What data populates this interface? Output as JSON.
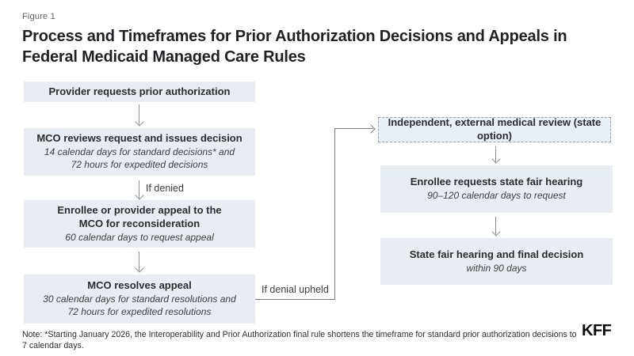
{
  "figure_label": "Figure 1",
  "title": "Process and Timeframes for Prior Authorization Decisions and Appeals in Federal Medicaid Managed Care Rules",
  "colors": {
    "box_fill": "#e7edf3",
    "dashed_box_fill": "#e9eff6",
    "dashed_border": "#9aa3ab",
    "arrow_line": "#8d9297",
    "title_text": "#1f2124",
    "body_text": "#2b2d30",
    "logo_text": "#0b0b0c"
  },
  "flow": {
    "left": [
      {
        "label": "Provider requests prior authorization",
        "lines": []
      },
      {
        "label": "MCO reviews request and issues decision",
        "lines": [
          "14 calendar days for standard decisions* and",
          "72 hours for expedited decisions"
        ]
      },
      {
        "label": "Enrollee or provider appeal to the MCO for reconsideration",
        "lines": [
          "60 calendar days to request appeal"
        ]
      },
      {
        "label": "MCO resolves appeal",
        "lines": [
          "30 calendar days for standard resolutions and",
          "72 hours for expedited resolutions"
        ]
      }
    ],
    "right": [
      {
        "label": "Independent, external medical review (state option)",
        "lines": []
      },
      {
        "label": "Enrollee requests state fair hearing",
        "lines": [
          "90–120 calendar days to request"
        ]
      },
      {
        "label": "State fair hearing and final decision",
        "lines": [
          "within 90 days"
        ]
      }
    ],
    "edge_labels": {
      "if_denied": "If denied",
      "if_denial_upheld": "If denial upheld"
    }
  },
  "note": "Note: *Starting January 2026, the Interoperability and Prior Authorization final rule shortens the timeframe for standard prior authorization decisions to 7 calendar days.",
  "logo": "KFF"
}
